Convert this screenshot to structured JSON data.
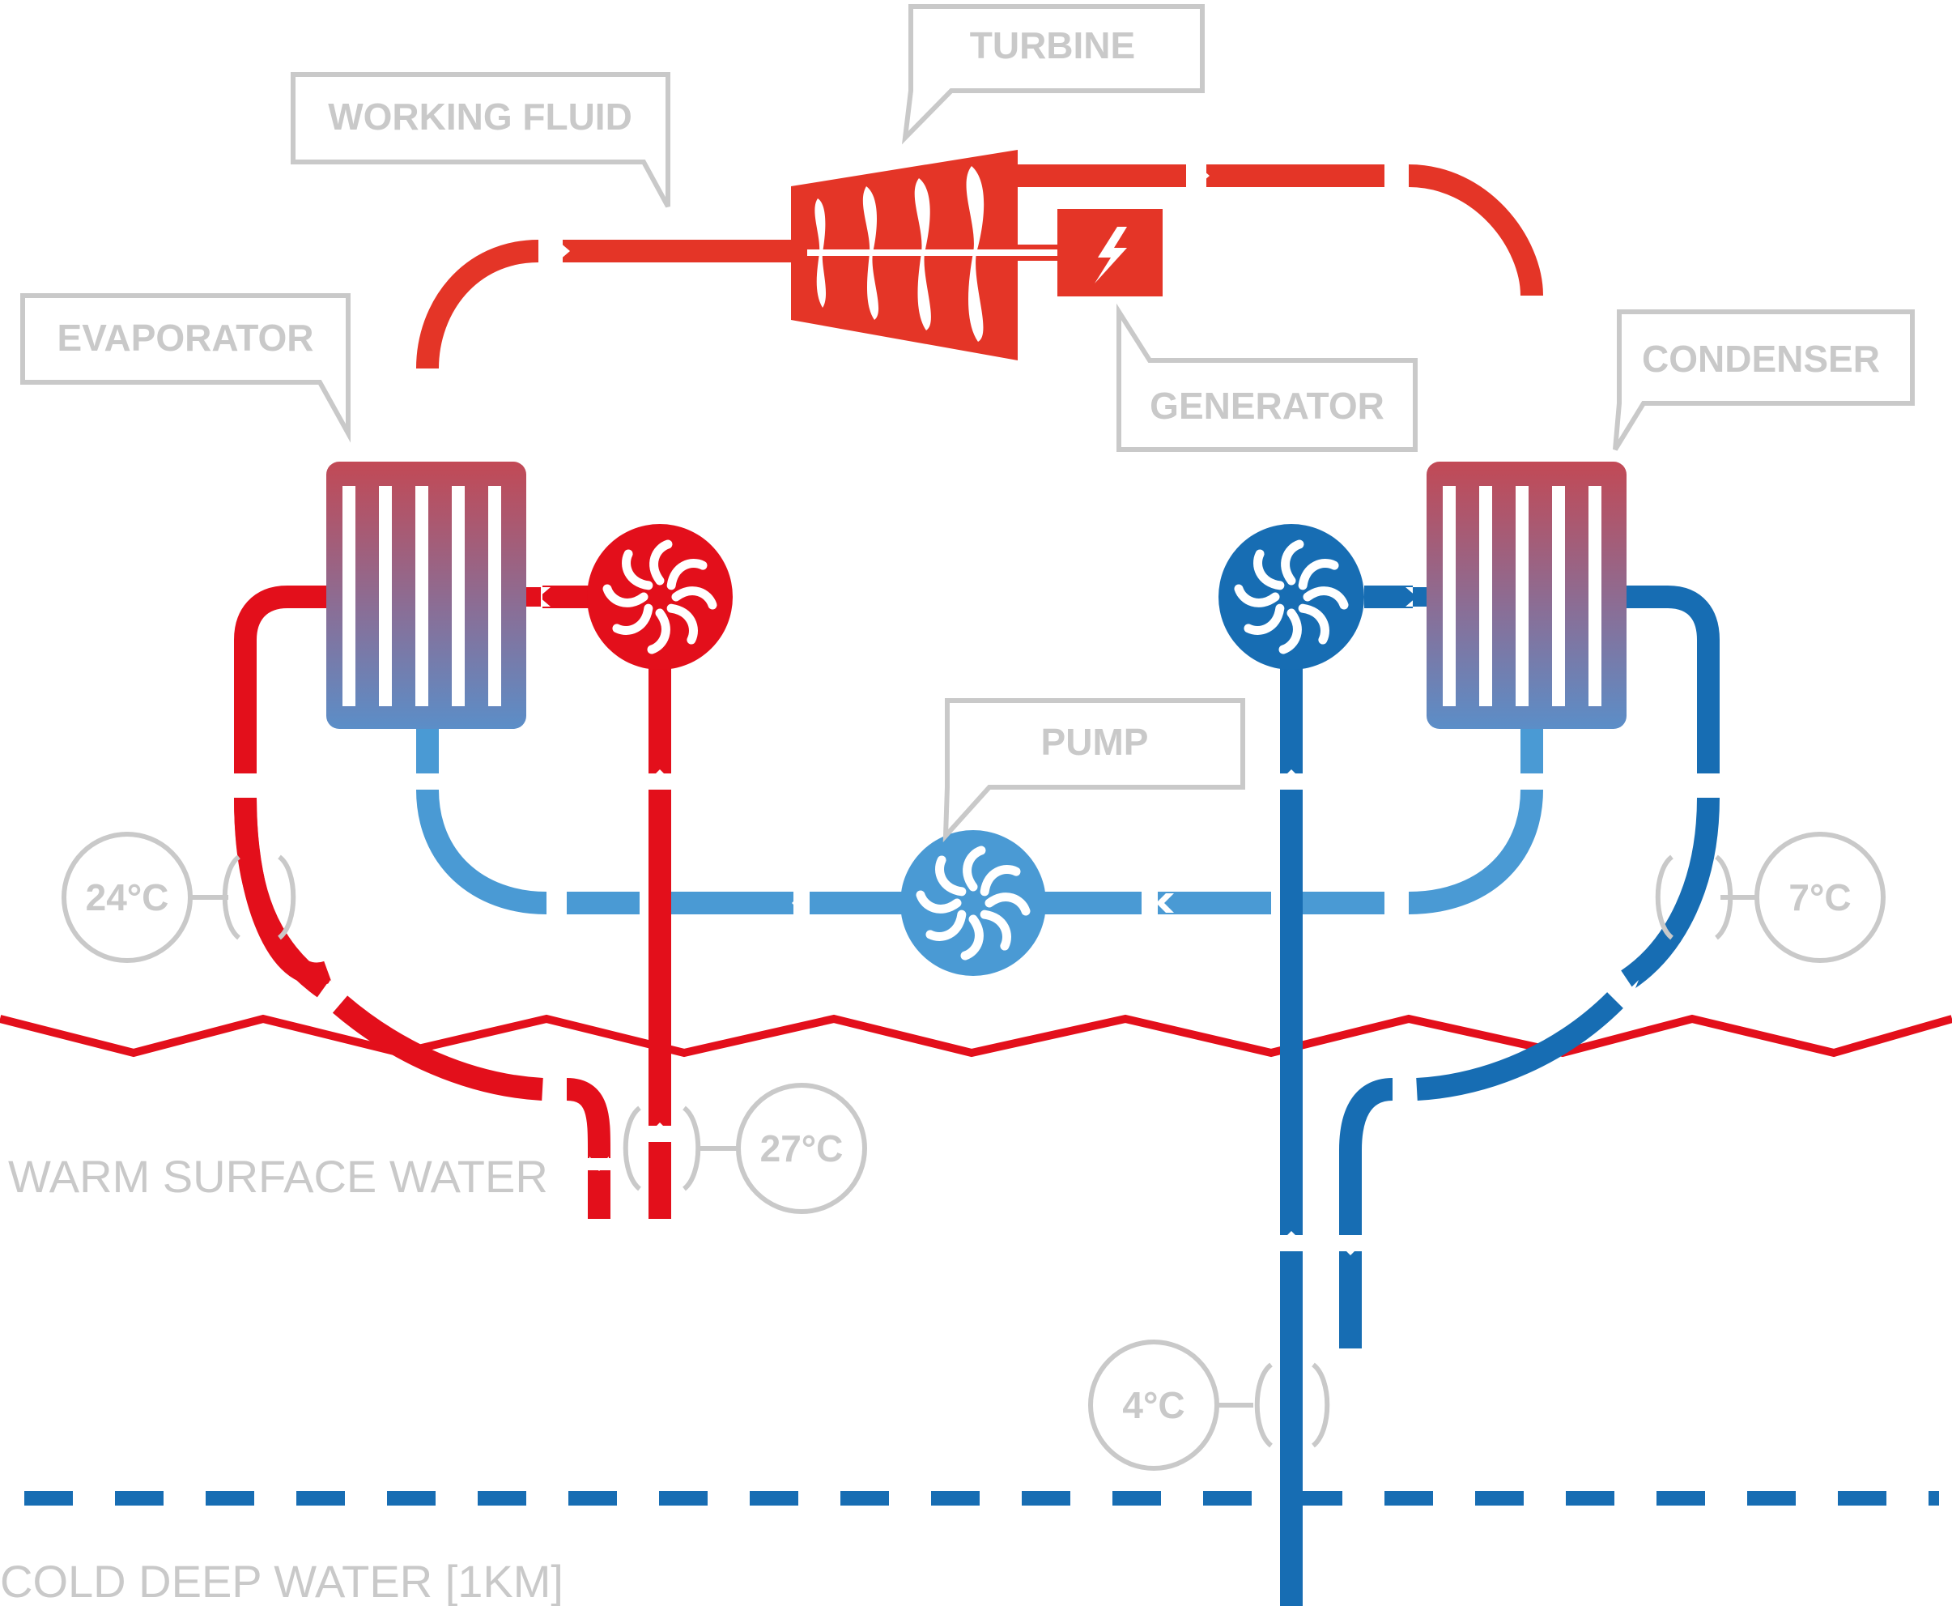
{
  "labels": {
    "turbine": "TURBINE",
    "working_fluid": "WORKING FLUID",
    "evaporator": "EVAPORATOR",
    "generator": "GENERATOR",
    "condenser": "CONDENSER",
    "pump": "PUMP"
  },
  "temperatures": {
    "t24": "24°C",
    "t27": "27°C",
    "t7": "7°C",
    "t4": "4°C"
  },
  "zones": {
    "warm": "WARM SURFACE WATER",
    "cold": "COLD DEEP WATER [1KM]"
  },
  "icons": [
    "lightning-icon",
    "pump-impeller-icon",
    "turbine-blade-icon",
    "heat-exchanger-icon"
  ],
  "colors": {
    "warm_red": "#e30f1b",
    "vapor_red": "#e43527",
    "cold_blue": "#176db3",
    "fluid_blue": "#4a9ad4",
    "label_gray": "#c9c9c9"
  }
}
